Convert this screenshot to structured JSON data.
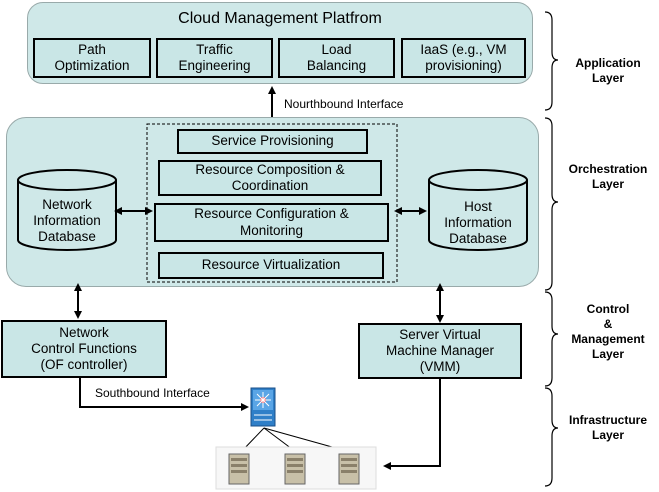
{
  "application": {
    "title": "Cloud Management Platfrom",
    "items": [
      "Path\nOptimization",
      "Traffic\nEngineering",
      "Load\nBalancing",
      "IaaS (e.g., VM\nprovisioning)"
    ]
  },
  "northbound_label": "Nourthbound Interface",
  "southbound_label": "Southbound Interface",
  "orchestration": {
    "network_db": "Network\nInformation\nDatabase",
    "host_db": "Host\nInformation\nDatabase",
    "functions": [
      "Service Provisioning",
      "Resource Composition &\nCoordination",
      "Resource Configuration &\nMonitoring",
      "Resource Virtualization"
    ]
  },
  "control": {
    "network_functions": "Network\nControl Functions\n(OF controller)",
    "vmm": "Server Virtual\nMachine Manager\n(VMM)"
  },
  "layers": [
    "Application\nLayer",
    "Orchestration\nLayer",
    "Control\n&\nManagement\nLayer",
    "Infrastructure\nLayer"
  ],
  "colors": {
    "box_fill": "#c9e6e6",
    "platform_fill": "#cfe8e8"
  },
  "icons": [
    "switch-icon",
    "server-icon"
  ]
}
